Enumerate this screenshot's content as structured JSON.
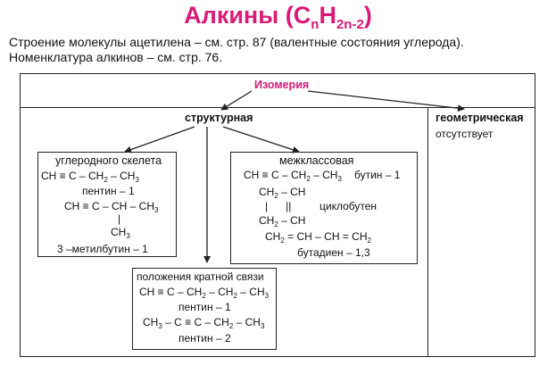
{
  "title": {
    "main": "Алкины (C",
    "sub1": "n",
    "mid": "H",
    "sub2": "2n-2",
    "close": ")"
  },
  "intro": {
    "line1": "Строение молекулы ацетилена – см. стр. 87 (валентные состояния углерода).",
    "line2": "Номенклатура алкинов – см. стр. 76."
  },
  "diagram": {
    "root": "Изомерия",
    "structural": "структурная",
    "geometric": "геометрическая",
    "geometric_note": "отсутствует",
    "carbon_skeleton": {
      "heading": "углеродного скелета",
      "formula1": "CH ≡ C – CH₂ – CH₃",
      "name1": "пентин – 1",
      "formula2": "CH ≡ C – CH – CH₃",
      "branch_bar": "|",
      "branch": "CH₃",
      "name2": "3 –метилбутин – 1"
    },
    "interclass": {
      "heading": "межклассовая",
      "formula1": "CH ≡ C – CH₂ – CH₃",
      "name1": "бутин – 1",
      "ring_top": "CH₂ – CH",
      "ring_mid": "|      ||",
      "ring_bottom": "CH₂ – CH",
      "ring_name": "циклобутен",
      "formula3": "CH₂ = CH – CH = CH₂",
      "name3": "бутадиен – 1,3"
    },
    "bond_position": {
      "heading": "положения кратной связи",
      "formula1": "CH ≡ C – CH₂ – CH₂ – CH₃",
      "name1": "пентин – 1",
      "formula2": "CH₃ – C ≡ C – CH₂ – CH₃",
      "name2": "пентин – 2"
    }
  },
  "colors": {
    "accent": "#d81b77",
    "line": "#222222"
  }
}
